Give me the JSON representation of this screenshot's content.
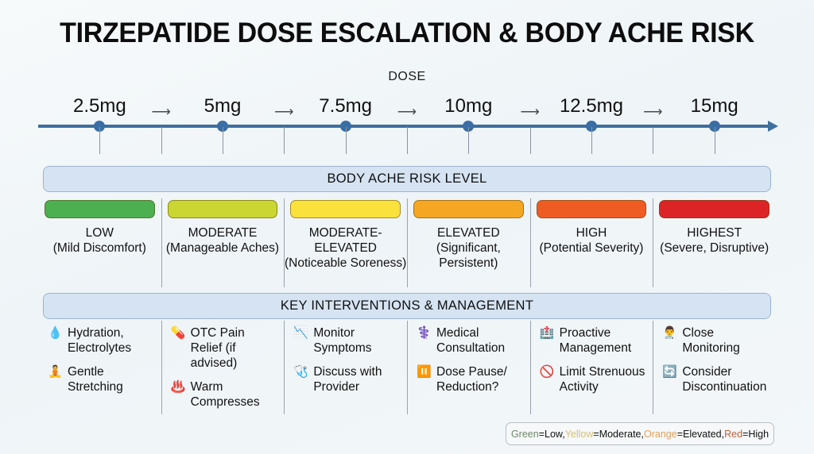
{
  "title": "TIRZEPATIDE DOSE ESCALATION & BODY ACHE RISK",
  "axis": {
    "label": "DOSE",
    "arrow_glyph": "⟶",
    "doses": [
      "2.5mg",
      "5mg",
      "7.5mg",
      "10mg",
      "12.5mg",
      "15mg"
    ],
    "line_color": "#3e6f9e",
    "dot_color": "#3a6ea5"
  },
  "risk_section": {
    "banner": "BODY ACHE RISK LEVEL",
    "levels": [
      {
        "name": "LOW",
        "sub": "(Mild Discomfort)",
        "color": "#4CAF50"
      },
      {
        "name": "MODERATE",
        "sub": "(Manageable Aches)",
        "color": "#CBD632"
      },
      {
        "name": "MODERATE-ELEVATED",
        "sub": "(Noticeable Soreness)",
        "color": "#FBE13C"
      },
      {
        "name": "ELEVATED",
        "sub": "(Significant, Persistent)",
        "color": "#F5A623"
      },
      {
        "name": "HIGH",
        "sub": "(Potential Severity)",
        "color": "#EE5C24"
      },
      {
        "name": "HIGHEST",
        "sub": "(Severe, Disruptive)",
        "color": "#DC2427"
      }
    ]
  },
  "interventions_section": {
    "banner": "KEY INTERVENTIONS & MANAGEMENT",
    "columns": [
      {
        "items": [
          {
            "icon": "💧",
            "icon_name": "water-droplet-icon",
            "text": "Hydration, Electrolytes"
          },
          {
            "icon": "🧘",
            "icon_name": "meditation-icon",
            "text": "Gentle Stretching"
          }
        ]
      },
      {
        "items": [
          {
            "icon": "💊",
            "icon_name": "pill-icon",
            "text": "OTC Pain Relief (if advised)"
          },
          {
            "icon": "♨️",
            "icon_name": "hot-springs-icon",
            "text": "Warm Compresses"
          }
        ]
      },
      {
        "items": [
          {
            "icon": "📉",
            "icon_name": "chart-decreasing-icon",
            "text": "Monitor Symptoms"
          },
          {
            "icon": "🩺",
            "icon_name": "stethoscope-icon",
            "text": "Discuss with Provider"
          }
        ]
      },
      {
        "items": [
          {
            "icon": "⚕️",
            "icon_name": "medical-symbol-icon",
            "text": "Medical Consultation"
          },
          {
            "icon": "⏸️",
            "icon_name": "pause-icon",
            "text": "Dose Pause/ Reduction?"
          }
        ]
      },
      {
        "items": [
          {
            "icon": "🏥",
            "icon_name": "hospital-icon",
            "text": "Proactive Management"
          },
          {
            "icon": "🚫",
            "icon_name": "prohibited-icon",
            "text": "Limit Strenuous Activity"
          }
        ]
      },
      {
        "items": [
          {
            "icon": "👨‍⚕️",
            "icon_name": "health-worker-icon",
            "text": "Close Monitoring"
          },
          {
            "icon": "🔄",
            "icon_name": "repeat-arrows-icon",
            "text": "Consider Discontinuation"
          }
        ]
      }
    ]
  },
  "legend": {
    "parts": [
      {
        "kw": "Green",
        "rest": "=Low, ",
        "class": "kw-green"
      },
      {
        "kw": "Yellow",
        "rest": "=Moderate, ",
        "class": "kw-yellow"
      },
      {
        "kw": "Orange",
        "rest": "=Elevated, ",
        "class": "kw-orange"
      },
      {
        "kw": "Red",
        "rest": "=High",
        "class": "kw-red"
      }
    ]
  }
}
